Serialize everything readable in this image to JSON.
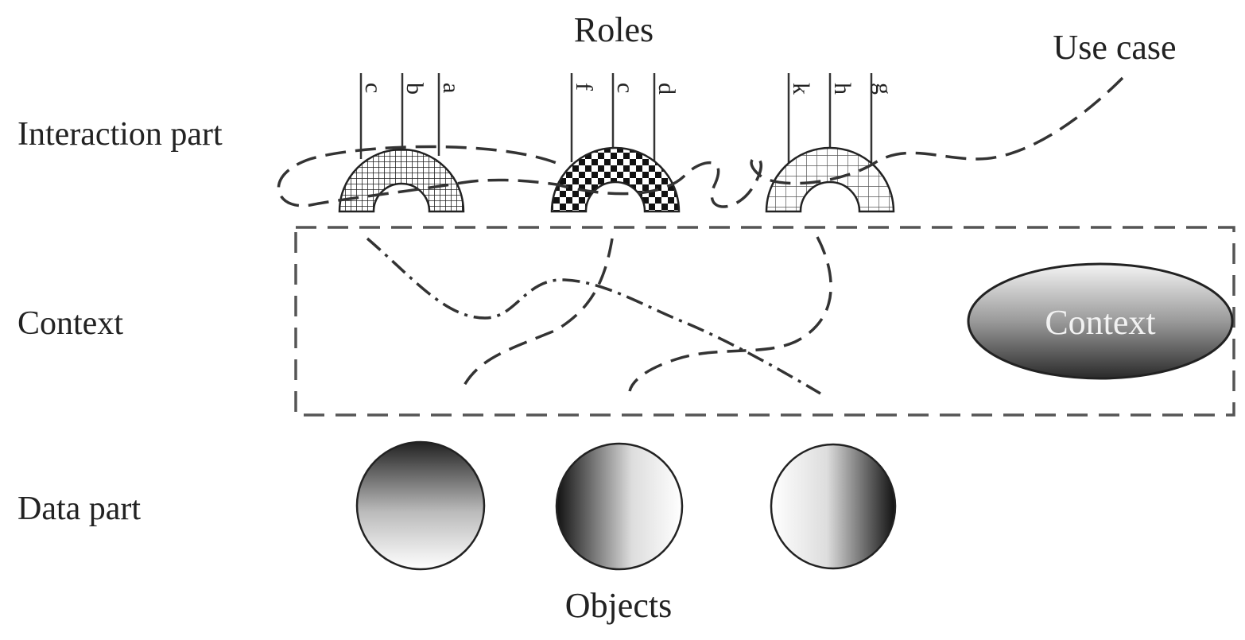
{
  "labels": {
    "roles": "Roles",
    "use_case": "Use case",
    "interaction_part": "Interaction part",
    "context": "Context",
    "data_part": "Data part",
    "objects": "Objects",
    "context_ellipse": "Context"
  },
  "role_groups": [
    {
      "pattern": "fine-grid",
      "letters": [
        "c",
        "b",
        "a"
      ]
    },
    {
      "pattern": "checkerboard",
      "letters": [
        "f",
        "c",
        "d"
      ]
    },
    {
      "pattern": "light-grid",
      "letters": [
        "k",
        "h",
        "g"
      ]
    }
  ],
  "colors": {
    "ink": "#222222",
    "background": "#ffffff"
  }
}
